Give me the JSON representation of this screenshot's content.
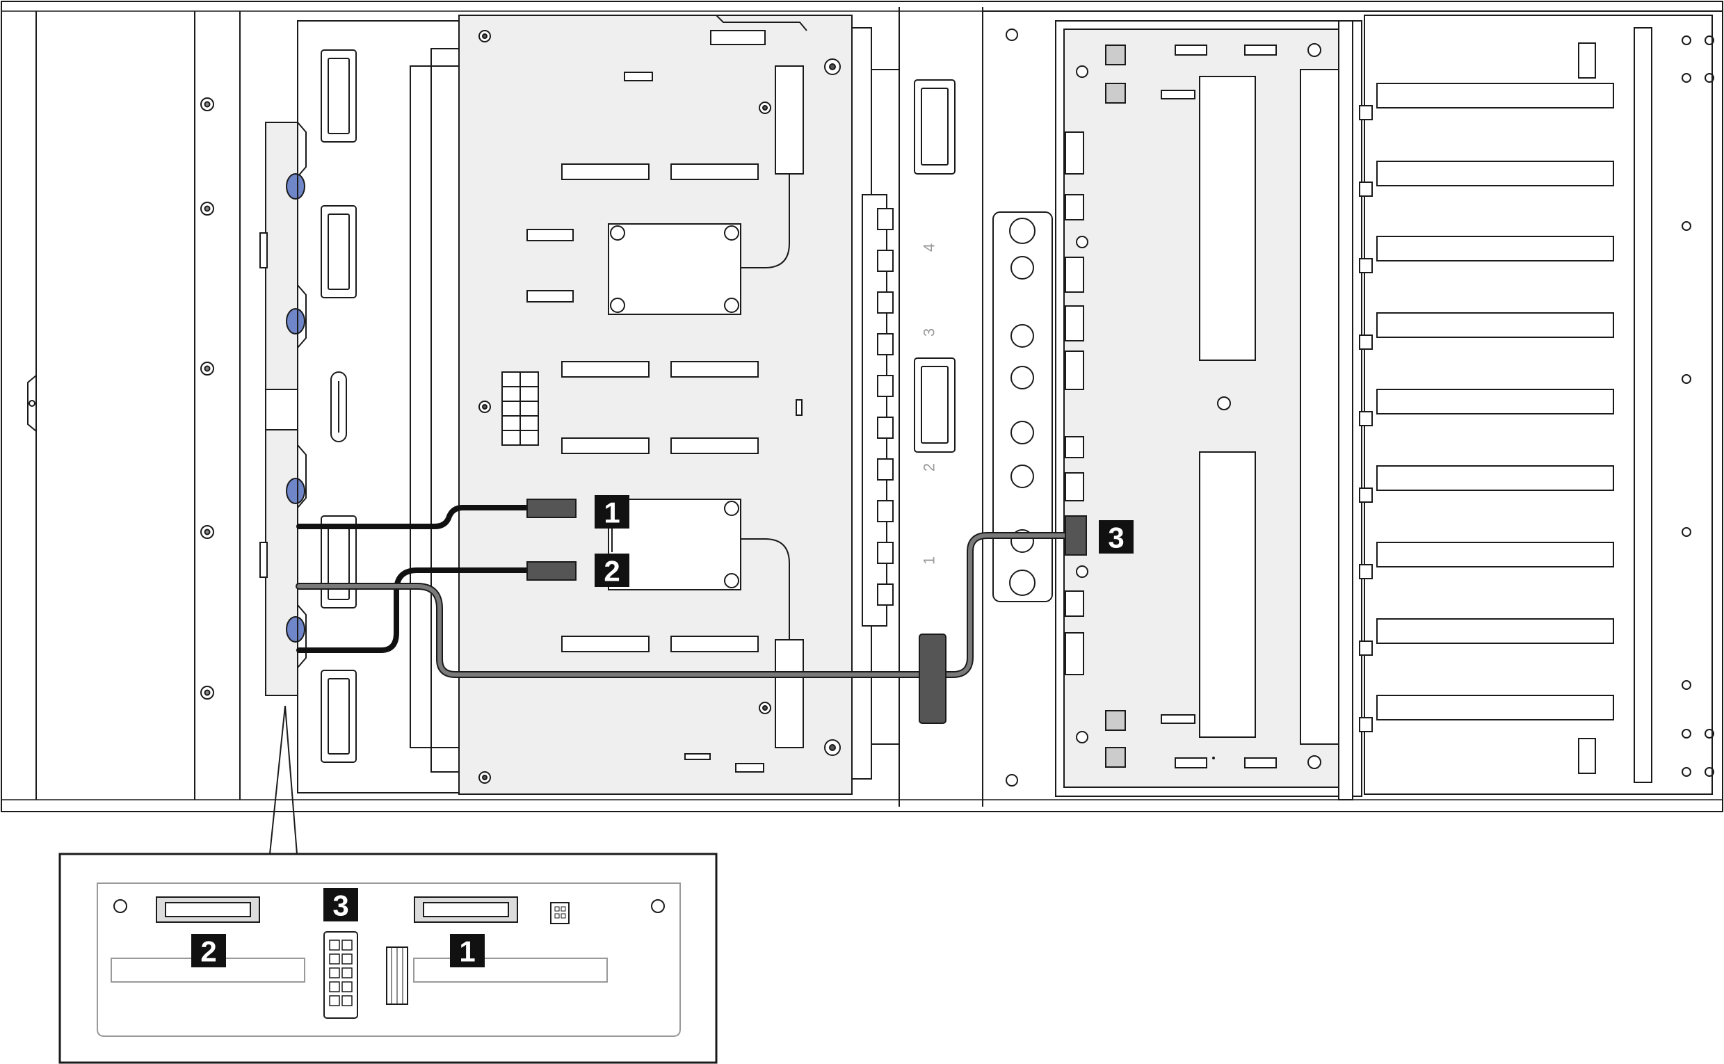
{
  "callouts": {
    "c1": "1",
    "c2": "2",
    "c3": "3"
  },
  "slot_numbers": {
    "s1": "1",
    "s2": "2",
    "s3": "3",
    "s4": "4"
  },
  "colors": {
    "line": "#1a1a1a",
    "panel": "#efefef",
    "cable_black": "#111111",
    "cable_gray": "#666666",
    "fan_blue": "#6f86c9"
  }
}
